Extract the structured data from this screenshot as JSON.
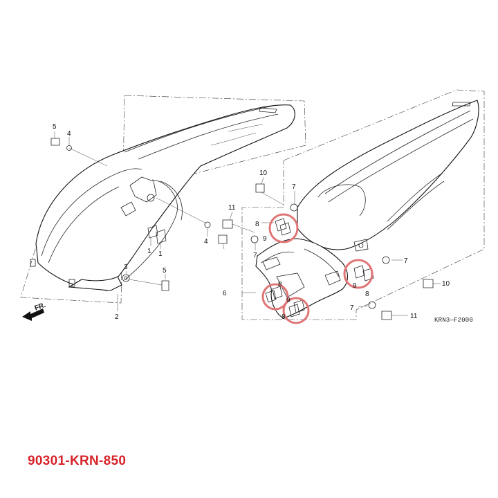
{
  "diagram": {
    "callouts": {
      "c1a": "1",
      "c1b": "1",
      "c2": "2",
      "c3": "3",
      "c4a": "4",
      "c4b": "4",
      "c5a": "5",
      "c5b": "5",
      "c6": "6",
      "c7a": "7",
      "c7b": "7",
      "c7c": "7",
      "c7d": "7",
      "c8a": "8",
      "c8b": "8",
      "c8c": "8",
      "c8d": "8",
      "c9a": "9",
      "c9b": "9",
      "c9c": "9",
      "c10a": "10",
      "c10b": "10",
      "c11a": "11",
      "c11b": "11"
    },
    "direction_label": "FR.",
    "drawing_code": "KRN3—F2000"
  },
  "colors": {
    "highlight": "#e07575",
    "part_number": "#d6232a",
    "line": "#222222"
  },
  "footer": {
    "part_number": "90301-KRN-850"
  }
}
